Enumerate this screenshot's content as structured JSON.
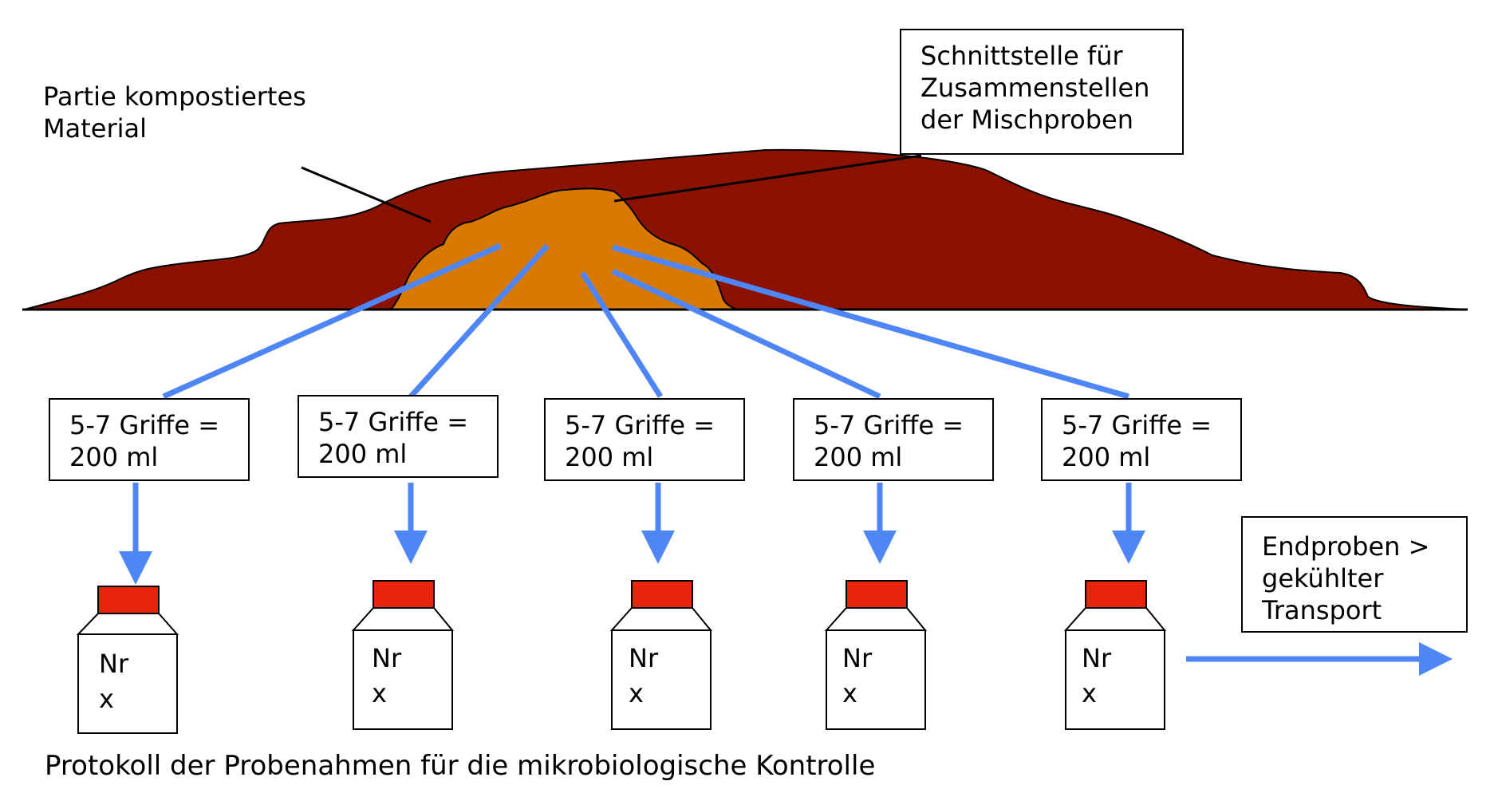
{
  "annotations": {
    "batch_label": [
      "Partie kompostiertes",
      "Material"
    ],
    "interface_label": [
      "Schnittstelle für",
      "Zusammenstellen",
      "der Mischproben"
    ]
  },
  "sample_boxes": [
    [
      "5-7 Griffe =",
      "200 ml"
    ],
    [
      "5-7 Griffe =",
      "200 ml"
    ],
    [
      "5-7 Griffe =",
      "200 ml"
    ],
    [
      "5-7 Griffe =",
      "200 ml"
    ],
    [
      "5-7 Griffe =",
      "200 ml"
    ]
  ],
  "bottles": [
    [
      "Nr",
      "x"
    ],
    [
      "Nr",
      "x"
    ],
    [
      "Nr",
      "x"
    ],
    [
      "Nr",
      "x"
    ],
    [
      "Nr",
      "x"
    ]
  ],
  "final_box": [
    "Endproben >",
    "gekühlter",
    "Transport"
  ],
  "caption": "Protokoll der Probenahmen für die mikrobiologische Kontrolle",
  "colors": {
    "heap_outer": "#8B1200",
    "heap_inner": "#D97A00",
    "arrow": "#4F86F7",
    "cap": "#E8250C"
  }
}
